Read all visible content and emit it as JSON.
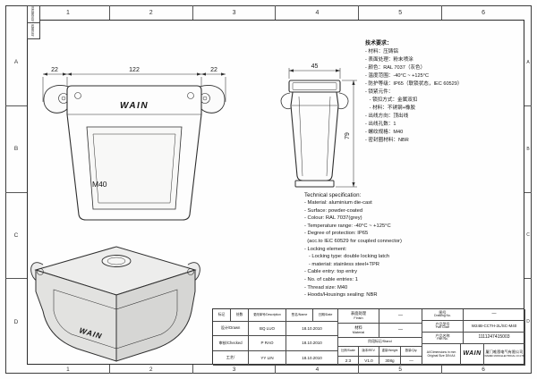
{
  "sheet": {
    "grid_cols_top": [
      "1",
      "2",
      "3",
      "4",
      "5",
      "6"
    ],
    "grid_cols_bottom": [
      "1",
      "2",
      "3",
      "4",
      "5",
      "6"
    ],
    "grid_rows_left": [
      "A",
      "B",
      "C",
      "D"
    ],
    "grid_rows_right": [
      "A",
      "B",
      "C",
      "D"
    ],
    "corner_labels": [
      "旧底图总号",
      "底图总号"
    ]
  },
  "views": {
    "front": {
      "dims": [
        "22",
        "122",
        "22"
      ],
      "brand": "WAIN",
      "thread_label": "M40"
    },
    "side": {
      "dim_width": "45",
      "dim_height": "79"
    },
    "iso": {
      "brand": "WAIN"
    }
  },
  "specs_cn": {
    "title": "技术要求：",
    "lines": [
      "- 材料：压铸铝",
      "- 表面处理：粉末喷涂",
      "- 颜色：RAL 7037（灰色）",
      "- 温度范围：-40°C ~ +125°C",
      "- 防护等级：IP65（联锁状态，IEC 60529）",
      "- 锁紧元件：",
      "   - 锁扣方式：金属双扣",
      "   - 材料：不锈钢+橡胶",
      "- 出线方向：顶出线",
      "- 出线孔数：1",
      "- 螺纹规格：M40",
      "- 密封圈材料：NBR"
    ]
  },
  "specs_en": {
    "title": "Technical specification:",
    "lines": [
      "- Material: aluminium die-cast",
      "- Surface: powder-coated",
      "- Colour: RAL 7037(grey)",
      "- Temperature range: -40°C ~ +125°C",
      "- Degree of protection: IP65",
      "  (acc.to IEC 60529 for coupled connector)",
      "- Locking element:",
      "   - Locking type: double locking latch",
      "   - materiat: stainless steel+TPR",
      "- Cable entry: top entry",
      "- No. of cable entries: 1",
      "- Thread size: M40",
      "- Hoods/Housings sealing: NBR"
    ]
  },
  "title_block": {
    "rev_header": {
      "mark": "标记",
      "qty": "处数",
      "desc": "更改单号/Description",
      "sign": "签名/Name",
      "date": "日期/Date"
    },
    "sign_rows": [
      {
        "role": "设计/Drawn",
        "name": "BQ LUO",
        "date": "18.10.2010"
      },
      {
        "role": "审核/Checked",
        "name": "P RAO",
        "date": "18.10.2010"
      },
      {
        "role": "工艺/",
        "name": "YY LIN",
        "date": "18.10.2010"
      }
    ],
    "finish_label_cn": "表面处理",
    "finish_label_en": "Finish",
    "finish_value": "—",
    "material_label_cn": "材料",
    "material_label_en": "Material",
    "material_value": "—",
    "stage_label": "阶段标记/Stand",
    "scale_label": "比例/Scale",
    "scale_value": "2:3",
    "rev_label": "版本/REV.",
    "rev_value": "V1.0",
    "weight_label": "重量/Weight",
    "weight_value": "308g",
    "qty_label": "数量/Qty.",
    "qty_value": "—",
    "drawing_no_label_cn": "图号",
    "drawing_no_label_en": "Drawing No.",
    "drawing_no_value": "—",
    "part_code_label_cn": "产品型号",
    "part_code_label_en": "Part Code",
    "part_code_value": "W24B-CCTH-2L/SC-M40",
    "part_no_label_cn": "产品名称",
    "part_no_label_en": "Part No.",
    "part_no_value": "1111247415003",
    "note_line1": "All Dimensions in mm",
    "note_line2": "Original Size DIN A4",
    "logo_text": "WAIN",
    "company_cn": "厦门唯恩电气有限公司",
    "company_en": "XIAMEN WAIN ELECTRICAL CO.LTD"
  }
}
